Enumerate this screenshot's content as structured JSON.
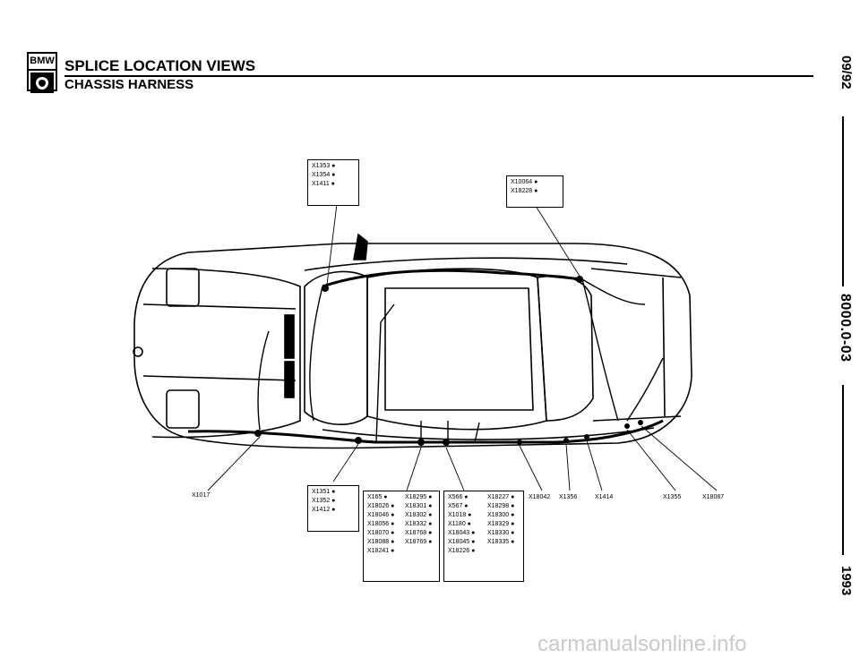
{
  "header": {
    "logo_text": "BMW",
    "title": "SPLICE LOCATION VIEWS",
    "subtitle": "CHASSIS HARNESS"
  },
  "side": {
    "date": "09/92",
    "doc_number": "8000.0-03",
    "year": "1993"
  },
  "callouts": {
    "top_left_box": [
      "X1353 ●",
      "X1354 ●",
      "X1411 ●"
    ],
    "top_right_box": [
      "X10064 ●",
      "X18228 ●"
    ],
    "bottom_left_box": [
      "X1351 ●",
      "X1352 ●",
      "X1412 ●"
    ],
    "bottom_mid_box_col1": [
      "X165 ●",
      "X18026 ●",
      "X18046 ●",
      "X18056 ●",
      "X18070 ●",
      "X18088 ●",
      "X18241 ●"
    ],
    "bottom_mid_box_col2": [
      "X18295 ●",
      "X18301 ●",
      "X18302 ●",
      "X18332 ●",
      "X18768 ●",
      "X18769 ●"
    ],
    "bottom_right_box_col1": [
      "X566 ●",
      "X567 ●",
      "X1018 ●",
      "X1180 ●",
      "X18043 ●",
      "X18045 ●",
      "X18226 ●"
    ],
    "bottom_right_box_col2": [
      "X18227 ●",
      "X18298 ●",
      "X18300 ●",
      "X18329 ●",
      "X18330 ●",
      "X18335 ●"
    ],
    "labels": {
      "x1017": "X1017",
      "x18042": "X18042",
      "x1356": "X1356",
      "x1414": "X1414",
      "x1355": "X1355",
      "x18087": "X18087"
    }
  },
  "watermark": "carmanualsonline.info"
}
